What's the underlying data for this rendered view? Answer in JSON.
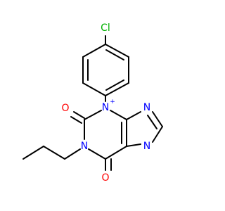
{
  "colors": {
    "background": "#ffffff",
    "bond": "#000000",
    "chlorine": "#00b000",
    "oxygen": "#ff0000",
    "nitrogen": "#0000ff"
  },
  "atoms": {
    "chlorine": "Cl",
    "oxygen_1": "O",
    "oxygen_2": "O",
    "nitrogen_cationic": "N",
    "nitrogen_propyl": "N",
    "nitrogen_imidazole_top": "N",
    "nitrogen_imidazole_bottom": "N",
    "charge": "+"
  }
}
